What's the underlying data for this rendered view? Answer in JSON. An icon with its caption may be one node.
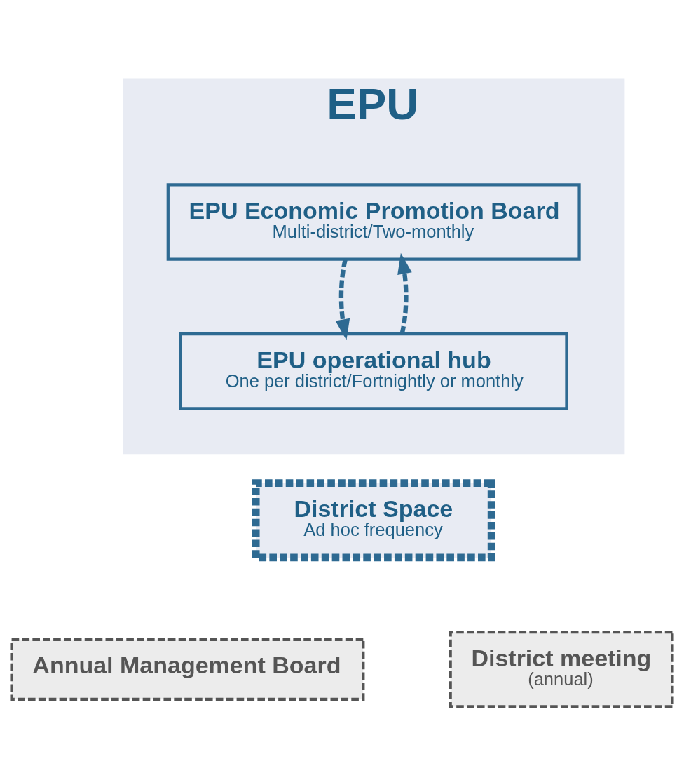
{
  "diagram": {
    "nodes": [
      {
        "text": [
          "EPU"
        ]
      },
      {
        "text": [
          "EPU Economic Promotion Board",
          "Multi-district/Two-monthly"
        ],
        "in": 0
      },
      {
        "text": [
          "EPU operational hub",
          "One per district/Fortnightly or monthly"
        ],
        "in": 0
      },
      {
        "text": [
          "District Space",
          "Ad hoc frequency"
        ]
      },
      {
        "text": [
          "Annual Management Board"
        ]
      },
      {
        "text": [
          "District meeting",
          "(annual)"
        ]
      }
    ],
    "edges": [
      {
        "from": 2,
        "to": 1,
        "arrow": "to",
        "style": "dashed"
      },
      {
        "from": 1,
        "to": 2,
        "arrow": "to",
        "style": "dashed"
      }
    ]
  }
}
